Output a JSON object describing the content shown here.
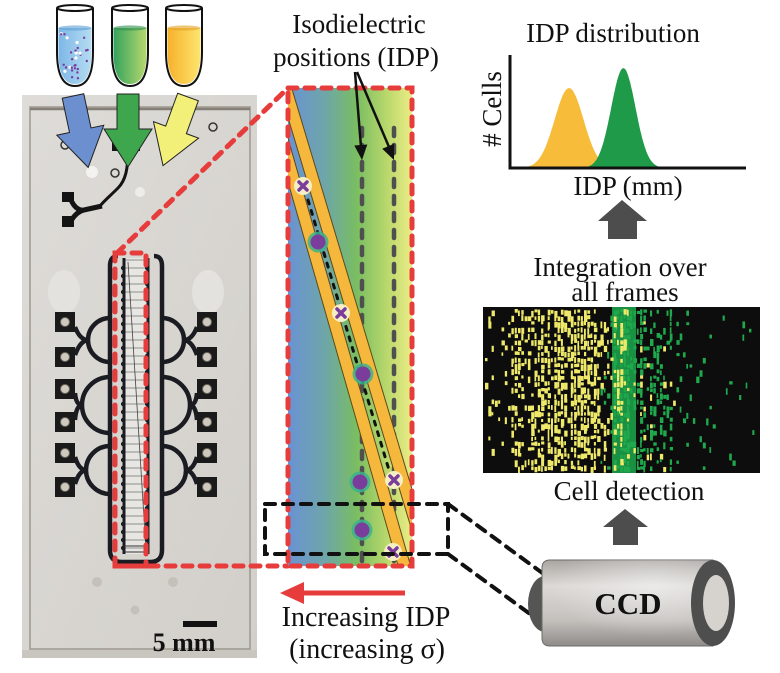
{
  "labels": {
    "idp_title_line1": "Isodielectric",
    "idp_title_line2": "positions (IDP)",
    "distribution_title": "IDP distribution",
    "y_axis": "# Cells",
    "x_axis": "IDP (mm)",
    "integration_line1": "Integration over",
    "integration_line2": "all frames",
    "cell_detection": "Cell detection",
    "camera": "CCD",
    "increasing_line1": "Increasing IDP",
    "increasing_line2": "(increasing σ)",
    "scale_bar": "5 mm"
  },
  "colors": {
    "red_dash": "#e63c3c",
    "black_dash": "#111111",
    "gray_dash": "#4f4f4f",
    "stripe": "#f6b83c",
    "stripe_edge": "#5b4a1c",
    "gray_arrow": "#4d4d4d",
    "chip_bg": [
      "#dedcd8",
      "#d2cfca"
    ],
    "electrode": "#1b1b22",
    "panel_gradient": [
      "#6a92d4",
      "#6ea6a8",
      "#79bd62",
      "#b9d86c",
      "#ecec86"
    ],
    "cell_purple": "#7a3d9c",
    "cell_halo": "#3bb38c",
    "dividing_cell_bg": "#f4f0c4",
    "detection_bg": "#0d0d0d",
    "detection_yellow": "#efe96a",
    "detection_green": "#1fa84c",
    "detection_band": "#1b9e48",
    "ccd_body": [
      "#a9a6a2",
      "#dcd9d6",
      "#c4c1bd",
      "#8e8b88"
    ],
    "ccd_dark": "#4e4e4e",
    "ccd_lens": "#d6d2ce"
  },
  "sample_tubes": [
    {
      "name": "blue-cell-suspension",
      "liquid": [
        "#7db7e6",
        "#b5dcf2"
      ],
      "has_cells": true
    },
    {
      "name": "green-medium",
      "liquid": [
        "#34a25c",
        "#b5d86e"
      ],
      "has_cells": false
    },
    {
      "name": "yellow-medium",
      "liquid": [
        "#f6b12c",
        "#fde56e"
      ],
      "has_cells": false
    }
  ],
  "inlet_arrows": [
    {
      "name": "blue-inlet-arrow",
      "color": "#6b8fcf"
    },
    {
      "name": "green-inlet-arrow",
      "color": "#3ea64c"
    },
    {
      "name": "yellow-inlet-arrow",
      "color": "#f3f07a"
    }
  ],
  "chart_data": {
    "type": "area",
    "title": "IDP distribution",
    "xlabel": "IDP (mm)",
    "ylabel": "# Cells",
    "xlim": [
      0,
      1
    ],
    "ylim": [
      0,
      1
    ],
    "grid": false,
    "legend": "none",
    "series": [
      {
        "key": "yellow",
        "color": "#f7bd3a",
        "shape": "gaussian",
        "mean": 0.245,
        "sd": 0.062,
        "peak": 0.72
      },
      {
        "key": "green",
        "color": "#1e9a48",
        "shape": "gaussian",
        "mean": 0.478,
        "sd": 0.052,
        "peak": 0.9
      }
    ]
  }
}
